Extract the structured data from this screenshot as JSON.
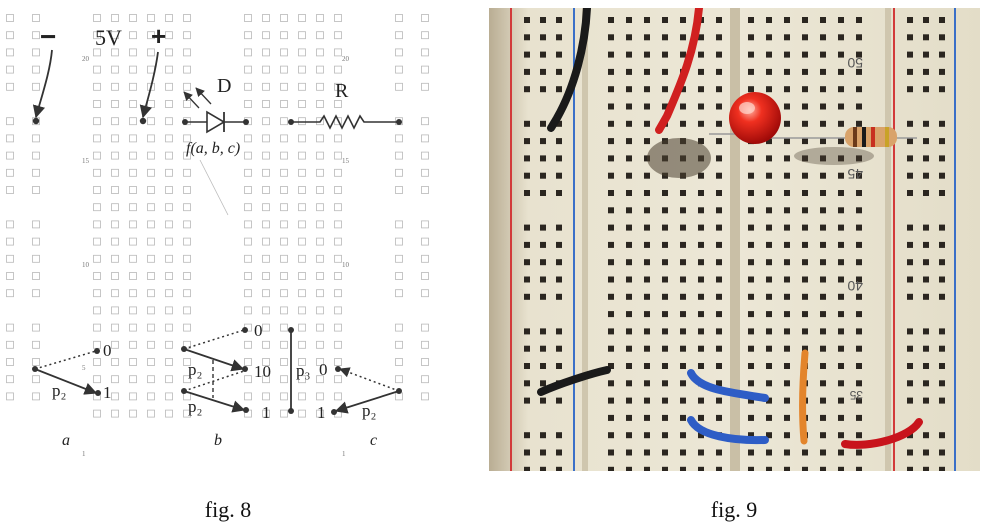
{
  "fig8": {
    "caption": "fig. 8",
    "labels": {
      "minus": "−",
      "voltage": "5V",
      "plus": "+",
      "diode": "D",
      "resistor": "R",
      "function": "f(a, b, c)",
      "col_a": "a",
      "col_b": "b",
      "col_c": "c",
      "p2": "p₂",
      "p3": "p₃",
      "zero": "0",
      "one": "1",
      "ten": "10"
    },
    "row_numbers": [
      "20",
      "15",
      "10",
      "5",
      "1"
    ]
  },
  "fig9": {
    "caption": "fig. 9",
    "row_numbers": [
      "50",
      "45",
      "40",
      "35"
    ]
  }
}
